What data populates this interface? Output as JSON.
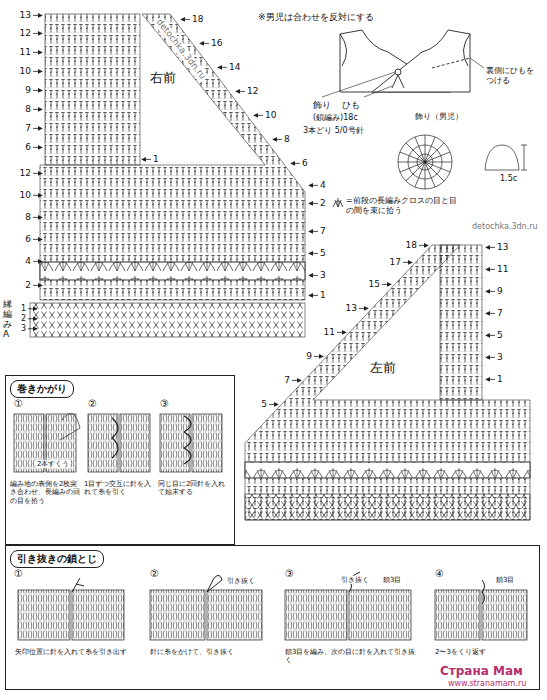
{
  "diagram": {
    "nodes": [
      {
        "text": [
          "巻きかがり"
        ]
      },
      {
        "text": [
          "引き抜きの鎖とじ"
        ]
      }
    ],
    "labels": [
      "13",
      "12",
      "11",
      "10",
      "9",
      "8",
      "7",
      "6",
      "右前",
      "1",
      "18",
      "16",
      "14",
      "12",
      "10",
      "8",
      "6",
      "4",
      "※男児は合わせを反対にする",
      "detochka.3dn.ru",
      "裏側にひもをつける",
      "飾り",
      "ひも",
      "(鎖編み)18c",
      "3本どり 5/0号針",
      "飾り（男児）",
      "1.5c",
      "12",
      "10",
      "8",
      "6",
      "4",
      "2",
      "2",
      "7",
      "5",
      "3",
      "1",
      "detochka.3dn.ru",
      "縁編みA",
      "1",
      "2",
      "3",
      "18",
      "17",
      "15",
      "13",
      "11",
      "9",
      "7",
      "5",
      "13",
      "11",
      "9",
      "7",
      "5",
      "3",
      "1",
      "左前",
      "①",
      "②",
      "③",
      "2本すくう",
      "編み地の表側を2枚突き合わせ、長編みの頭の目を拾う",
      "1目ずつ交互に針を入れて糸を引く",
      "同じ目に2回針を入れて始末する",
      "①",
      "②",
      "③",
      "④",
      "引き抜く",
      "引き抜く",
      "鎖3目",
      "鎖3目",
      "矢印位置に針を入れて糸を引き出す",
      "針に糸をかけて、引き抜く",
      "鎖3目を編み、次の目に針を入れて引き抜く",
      "2〜3をくり返す",
      "Страна Мам",
      "www.stranamam.ru"
    ],
    "legend": [
      {
        "text": "=前段の長編みクロスの目と目の間を束に拾う"
      }
    ]
  }
}
